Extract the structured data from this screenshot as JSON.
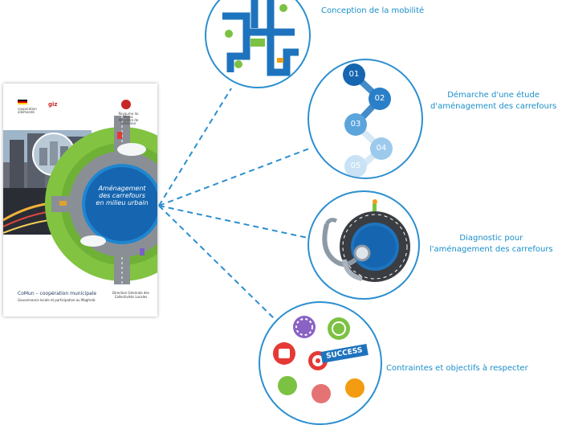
{
  "brochure": {
    "title_line1": "Aménagement",
    "title_line2": "des carrefours",
    "title_line3": "en milieu urbain",
    "logo_left_line1": "cooperation",
    "logo_left_line2": "allemande",
    "logo_giz": "giz",
    "logo_right_line1": "Royaume du Maroc",
    "logo_right_line2": "Ministère de l'Intérieur",
    "footer_left_title": "CoMun – coopération municipale",
    "footer_left_sub": "Gouvernance locale et participative au Maghreb",
    "footer_right": "Direction Générale des Collectivités Locales"
  },
  "topics": [
    {
      "label": "Conception de la mobilité"
    },
    {
      "label_line1": "Démarche d'une étude",
      "label_line2": "d'aménagement des carrefours",
      "steps": [
        "01",
        "02",
        "03",
        "04",
        "05"
      ]
    },
    {
      "label_line1": "Diagnostic pour",
      "label_line2": "l'aménagement des carrefours"
    },
    {
      "label": "Contraintes et objectifs à respecter",
      "badge": "SUCCESS"
    }
  ],
  "colors": {
    "accent": "#1a8fc9",
    "circle_border": "#2c8fd0",
    "dark_blue": "#1565b0",
    "green": "#7cc242"
  }
}
